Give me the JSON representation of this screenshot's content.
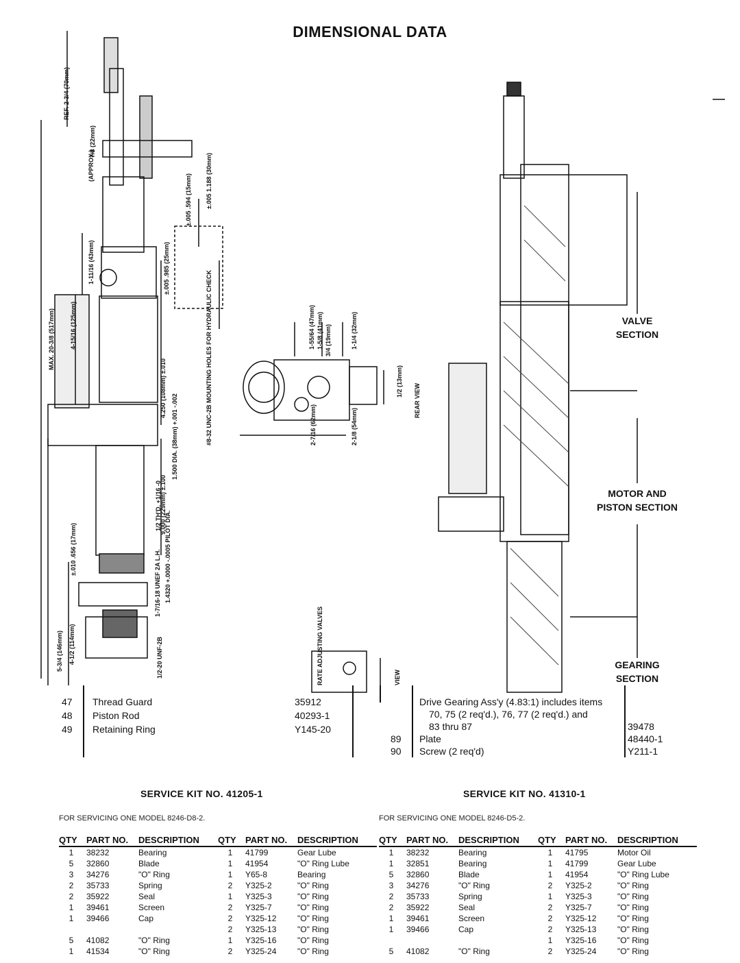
{
  "page": {
    "title": "DIMENSIONAL DATA"
  },
  "drawing": {
    "dims": [
      "REF. 2-3/4 (70mm)",
      "(APPROX.)",
      "7/8 (22mm)",
      "MAX. 20-3/8 (517mm)",
      "4-15/16 (125mm)",
      "1-11/16 (43mm)",
      "±.005 .985 (25mm)",
      "4.250 (108mm) ±.010",
      "±.005 .594 (15mm)",
      "±.005 1.188 (30mm)",
      "#8-32 UNC-2B MOUNTING HOLES FOR HYDRAULIC CHECK",
      "9.000 (229mm) ±.100",
      "1.500 DIA. (38mm) +.001 -.002",
      "1/2 TH'D. +1/16 -0",
      "±.010 .656 (17mm)",
      "1-7/16-18 UNEF 2A L.H.",
      "1.4320 +.0000 -.0005 PILOT DIA.",
      "1/2-20 UNF-2B",
      "5-3/4 (146mm)",
      "4-1/2 (114mm)",
      "1-55/64 (47mm)",
      "1-5/8 (41mm)",
      "3/4 (19mm)",
      "1-1/4 (32mm)",
      "1/2 (13mm)",
      "REAR VIEW",
      "2-7/16 (62mm)",
      "2-1/8 (54mm)",
      "RATE ADJUSTING VALVES",
      "VIEW"
    ],
    "section_labels": [
      "VALVE SECTION",
      "MOTOR AND PISTON SECTION",
      "GEARING SECTION"
    ]
  },
  "parts_left": [
    {
      "no": "47",
      "desc": "Thread Guard",
      "part": "35912"
    },
    {
      "no": "48",
      "desc": "Piston Rod",
      "part": "40293-1"
    },
    {
      "no": "49",
      "desc": "Retaining Ring",
      "part": "Y145-20"
    }
  ],
  "parts_right": [
    {
      "no": "",
      "desc": "Drive Gearing Ass'y (4.83:1) includes items",
      "part": ""
    },
    {
      "no": "",
      "desc": "70, 75 (2 req'd.), 76, 77 (2 req'd.) and",
      "part": ""
    },
    {
      "no": "",
      "desc": "83 thru 87",
      "part": "39478"
    },
    {
      "no": "89",
      "desc": "Plate",
      "part": "48440-1"
    },
    {
      "no": "90",
      "desc": "Screw (2 req'd)",
      "part": "Y211-1"
    }
  ],
  "kits": [
    {
      "title": "SERVICE KIT NO. 41205-1",
      "subtitle": "FOR SERVICING ONE MODEL 8246-D8-2.",
      "headers": [
        "QTY",
        "PART NO.",
        "DESCRIPTION",
        "QTY",
        "PART NO.",
        "DESCRIPTION"
      ],
      "rows": [
        [
          "1",
          "38232",
          "Bearing",
          "1",
          "41799",
          "Gear Lube"
        ],
        [
          "5",
          "32860",
          "Blade",
          "1",
          "41954",
          "\"O\" Ring Lube"
        ],
        [
          "3",
          "34276",
          "\"O\" Ring",
          "1",
          "Y65-8",
          "Bearing"
        ],
        [
          "2",
          "35733",
          "Spring",
          "2",
          "Y325-2",
          "\"O\" Ring"
        ],
        [
          "2",
          "35922",
          "Seal",
          "1",
          "Y325-3",
          "\"O\" Ring"
        ],
        [
          "1",
          "39461",
          "Screen",
          "2",
          "Y325-7",
          "\"O\" Ring"
        ],
        [
          "1",
          "39466",
          "Cap",
          "2",
          "Y325-12",
          "\"O\" Ring"
        ],
        [
          "",
          "",
          "",
          "2",
          "Y325-13",
          "\"O\" Ring"
        ],
        [
          "5",
          "41082",
          "\"O\" Ring",
          "1",
          "Y325-16",
          "\"O\" Ring"
        ],
        [
          "1",
          "41534",
          "\"O\" Ring",
          "2",
          "Y325-24",
          "\"O\" Ring"
        ]
      ]
    },
    {
      "title": "SERVICE KIT NO. 41310-1",
      "subtitle": "FOR SERVICING ONE MODEL 8246-D5-2.",
      "headers": [
        "QTY",
        "PART NO.",
        "DESCRIPTION",
        "QTY",
        "PART NO.",
        "DESCRIPTION"
      ],
      "rows": [
        [
          "1",
          "38232",
          "Bearing",
          "1",
          "41795",
          "Motor Oil"
        ],
        [
          "1",
          "32851",
          "Bearing",
          "1",
          "41799",
          "Gear Lube"
        ],
        [
          "5",
          "32860",
          "Blade",
          "1",
          "41954",
          "\"O\" Ring Lube"
        ],
        [
          "3",
          "34276",
          "\"O\" Ring",
          "2",
          "Y325-2",
          "\"O\" Ring"
        ],
        [
          "2",
          "35733",
          "Spring",
          "1",
          "Y325-3",
          "\"O\" Ring"
        ],
        [
          "2",
          "35922",
          "Seal",
          "2",
          "Y325-7",
          "\"O\" Ring"
        ],
        [
          "1",
          "39461",
          "Screen",
          "2",
          "Y325-12",
          "\"O\" Ring"
        ],
        [
          "1",
          "39466",
          "Cap",
          "2",
          "Y325-13",
          "\"O\" Ring"
        ],
        [
          "",
          "",
          "",
          "1",
          "Y325-16",
          "\"O\" Ring"
        ],
        [
          "5",
          "41082",
          "\"O\" Ring",
          "2",
          "Y325-24",
          "\"O\" Ring"
        ]
      ]
    }
  ]
}
